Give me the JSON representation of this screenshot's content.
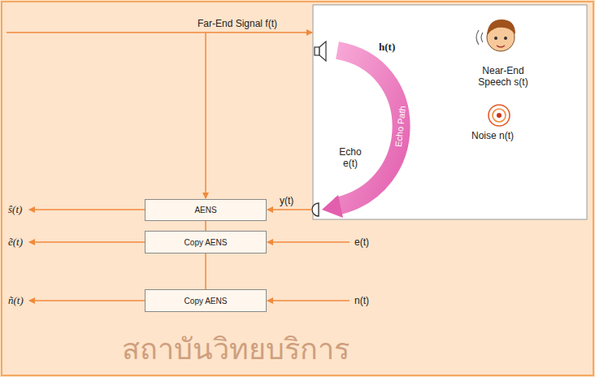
{
  "diagram": {
    "nodes": [
      {
        "text": [
          "AENS"
        ]
      },
      {
        "text": [
          "Copy AENS"
        ]
      },
      {
        "text": [
          "Copy AENS"
        ]
      }
    ],
    "edges": [
      {
        "from": 0,
        "to": 1,
        "arrow": "none"
      },
      {
        "from": 1,
        "to": 2,
        "arrow": "none"
      }
    ],
    "labels": [
      "Far-End Signal f(t)",
      "h(t)",
      "Echo Path",
      "Near-End Speech s(t)",
      "Noise n(t)",
      "Echo e(t)",
      "y(t)",
      "ŝ(t)",
      "ẽ(t)",
      "e(t)",
      "ñ(t)",
      "n(t)",
      "สถาบันวิทยบริการ"
    ]
  }
}
